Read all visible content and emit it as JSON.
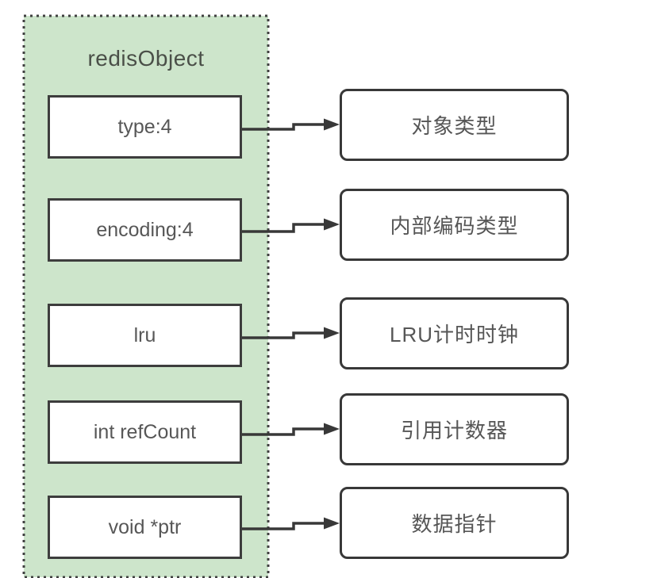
{
  "diagram": {
    "title": "redisObject",
    "rows": [
      {
        "field": "type:4",
        "meaning": "对象类型"
      },
      {
        "field": "encoding:4",
        "meaning": "内部编码类型"
      },
      {
        "field": "lru",
        "meaning": "LRU计时时钟"
      },
      {
        "field": "int refCount",
        "meaning": "引用计数器"
      },
      {
        "field": "void *ptr",
        "meaning": "数据指针"
      }
    ],
    "colors": {
      "container_fill": "#cde5cb",
      "container_dotted_border": "#404040",
      "field_box_border": "#3d3d3d",
      "desc_box_border": "#383838",
      "box_fill": "#ffffff",
      "label_text": "#575757",
      "title_text": "#4a4f48",
      "arrow": "#383838"
    }
  }
}
